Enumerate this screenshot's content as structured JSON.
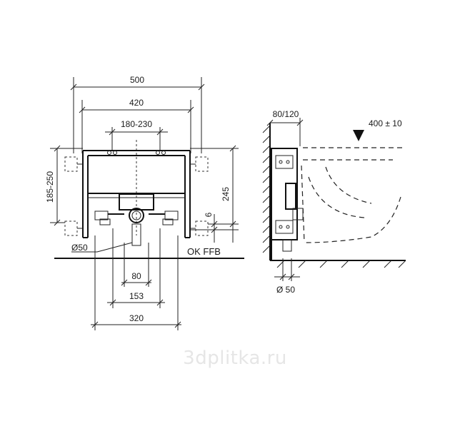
{
  "front_view": {
    "dims": {
      "width_500": "500",
      "width_420": "420",
      "width_180_230": "180-230",
      "height_185_250": "185-250",
      "height_245": "245",
      "height_6": "6",
      "diameter_50": "Ø50",
      "floor_label": "OK FFB",
      "width_80": "80",
      "width_153": "153",
      "width_320": "320"
    }
  },
  "side_view": {
    "dims": {
      "depth_80_120": "80/120",
      "height_400": "400 ± 10",
      "diameter_50": "Ø 50"
    }
  },
  "watermark": "3dplitka.ru"
}
